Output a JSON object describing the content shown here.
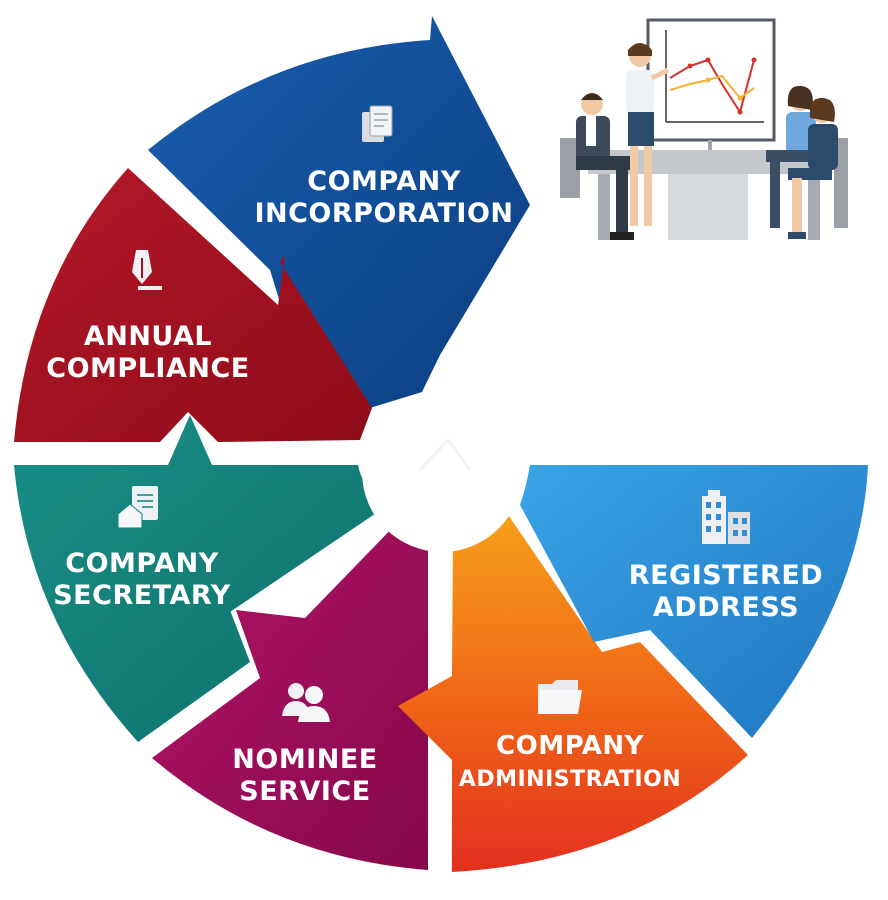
{
  "diagram": {
    "segments": [
      {
        "id": "incorporation",
        "lines": [
          "COMPANY",
          "INCORPORATION"
        ],
        "icon": "documents-icon",
        "color": "#0f4c97"
      },
      {
        "id": "compliance",
        "lines": [
          "ANNUAL",
          "COMPLIANCE"
        ],
        "icon": "pen-icon",
        "color": "#a3101f"
      },
      {
        "id": "secretary",
        "lines": [
          "COMPANY",
          "SECRETARY"
        ],
        "icon": "house-document-icon",
        "color": "#13807b"
      },
      {
        "id": "nominee",
        "lines": [
          "NOMINEE",
          "SERVICE"
        ],
        "icon": "users-icon",
        "color": "#a00d59"
      },
      {
        "id": "administration",
        "lines": [
          "COMPANY",
          "ADMINISTRATION"
        ],
        "icon": "folder-icon",
        "color": "#ee5a12"
      },
      {
        "id": "address",
        "lines": [
          "REGISTERED",
          "ADDRESS"
        ],
        "icon": "building-icon",
        "color": "#2e8fd6"
      }
    ],
    "illustration": "business-meeting-illustration"
  }
}
